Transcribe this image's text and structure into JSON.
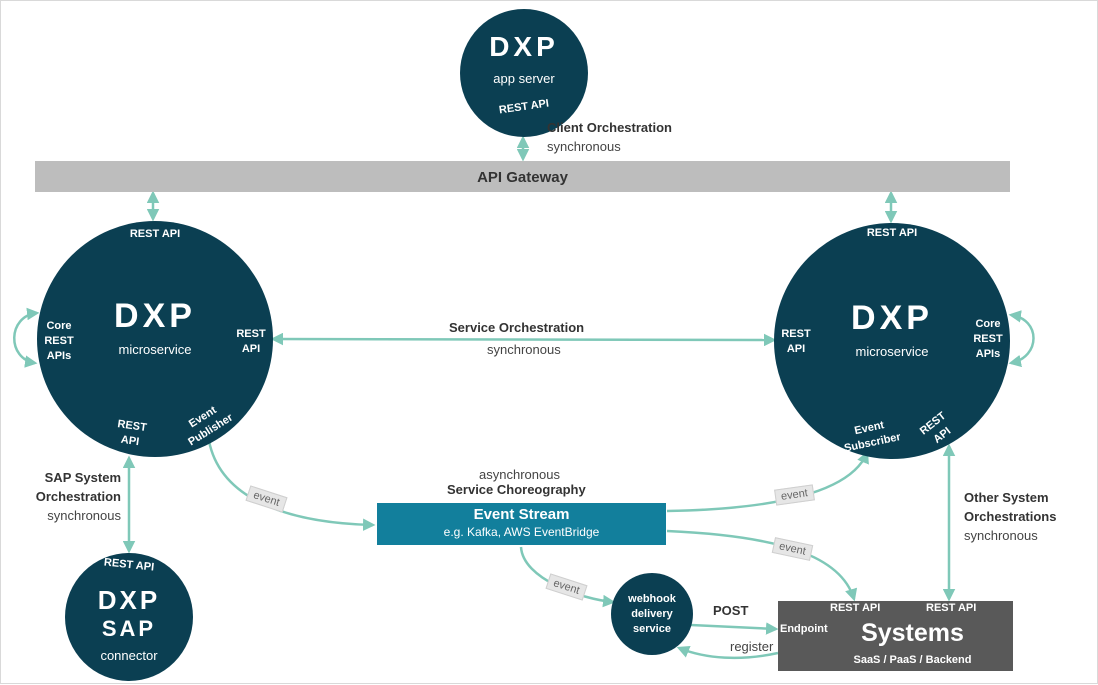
{
  "app_server": {
    "title": "DXP",
    "subtitle": "app server",
    "api": "REST API"
  },
  "client_orch": {
    "title": "Client Orchestration",
    "mode": "synchronous"
  },
  "gateway": {
    "label": "API Gateway"
  },
  "left_ms": {
    "title": "DXP",
    "subtitle": "microservice",
    "top_api": "REST API",
    "core_line1": "Core",
    "core_line2": "REST",
    "core_line3": "APIs",
    "right_api_line1": "REST",
    "right_api_line2": "API",
    "bottom_api_line1": "REST",
    "bottom_api_line2": "API",
    "event_line1": "Event",
    "event_line2": "Publisher"
  },
  "right_ms": {
    "title": "DXP",
    "subtitle": "microservice",
    "top_api": "REST API",
    "core_line1": "Core",
    "core_line2": "REST",
    "core_line3": "APIs",
    "left_api_line1": "REST",
    "left_api_line2": "API",
    "bottom_api_line1": "REST",
    "bottom_api_line2": "API",
    "event_line1": "Event",
    "event_line2": "Subscriber"
  },
  "service_orch": {
    "title": "Service  Orchestration",
    "mode": "synchronous"
  },
  "sap_orch": {
    "line1": "SAP System",
    "line2": "Orchestration",
    "mode": "synchronous"
  },
  "sap": {
    "api": "REST API",
    "title": "DXP",
    "title2": "SAP",
    "subtitle": "connector"
  },
  "choreo": {
    "mode": "asynchronous",
    "title": "Service Choreography"
  },
  "event_stream": {
    "title": "Event Stream",
    "subtitle": "e.g. Kafka, AWS EventBridge"
  },
  "event_tags": [
    "event",
    "event",
    "event",
    "event"
  ],
  "webhook": {
    "line1": "webhook",
    "line2": "delivery",
    "line3": "service"
  },
  "post_label": "POST",
  "register_label": "register",
  "other_orch": {
    "line1": "Other System",
    "line2": "Orchestrations",
    "mode": "synchronous"
  },
  "systems": {
    "title": "Systems",
    "subtitle": "SaaS / PaaS / Backend",
    "api_left": "REST API",
    "api_right": "REST API",
    "endpoint": "Endpoint"
  },
  "colors": {
    "navy": "#0b3f52",
    "teal_box": "#127f9c",
    "arrow": "#7fc8b8",
    "gateway": "#bdbdbd",
    "systems": "#595959"
  }
}
